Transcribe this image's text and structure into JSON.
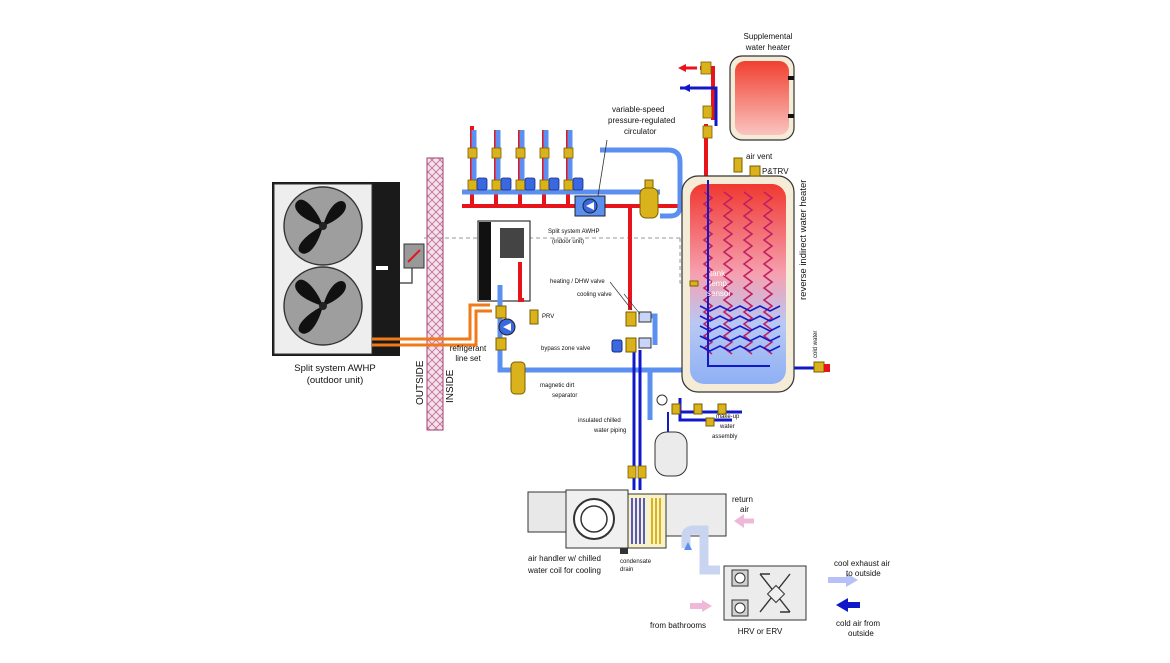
{
  "labels": {
    "supplemental_heater_l1": "Supplemental",
    "supplemental_heater_l2": "water heater",
    "circulator_l1": "variable-speed",
    "circulator_l2": "pressure-regulated",
    "circulator_l3": "circulator",
    "air_vent": "air vent",
    "ptrv": "P&TRV",
    "tank_vertical": "reverse indirect water heater",
    "tank_sensor_l1": "tank",
    "tank_sensor_l2": "temp.",
    "tank_sensor_l3": "sensor",
    "cold_water": "cold water",
    "indoor_unit_l1": "Split system AWHP",
    "indoor_unit_l2": "(indoor unit)",
    "heating_dhw_valve": "heating / DHW valve",
    "cooling_valve": "cooling valve",
    "prv": "PRV",
    "bypass_zone_valve": "bypass zone valve",
    "outdoor_unit_l1": "Split system AWHP",
    "outdoor_unit_l2": "(outdoor unit)",
    "refrigerant_l1": "refrigerant",
    "refrigerant_l2": "line set",
    "outside": "OUTSIDE",
    "inside": "INSIDE",
    "dirt_sep_l1": "magnetic dirt",
    "dirt_sep_l2": "separator",
    "insulated_l1": "insulated chilled",
    "insulated_l2": "water piping",
    "makeup_l1": "make-up",
    "makeup_l2": "water",
    "makeup_l3": "assembly",
    "return_air_l1": "return",
    "return_air_l2": "air",
    "air_handler_l1": "air handler w/ chilled",
    "air_handler_l2": "water coil for cooling",
    "condensate_l1": "condensate",
    "condensate_l2": "drain",
    "cool_exhaust_l1": "cool exhaust air",
    "cool_exhaust_l2": "to outside",
    "cold_air_l1": "cold air from",
    "cold_air_l2": "outside",
    "from_bathrooms": "from bathrooms",
    "hrv_erv": "HRV or ERV"
  },
  "colors": {
    "hot": "#e8141c",
    "supply_blue": "#1018c8",
    "return_blue": "#5b8ff0",
    "brass": "#d9b21c",
    "orange": "#f07a18",
    "tank_fill": "#f5ecd8",
    "wall": "#f2dde6"
  }
}
